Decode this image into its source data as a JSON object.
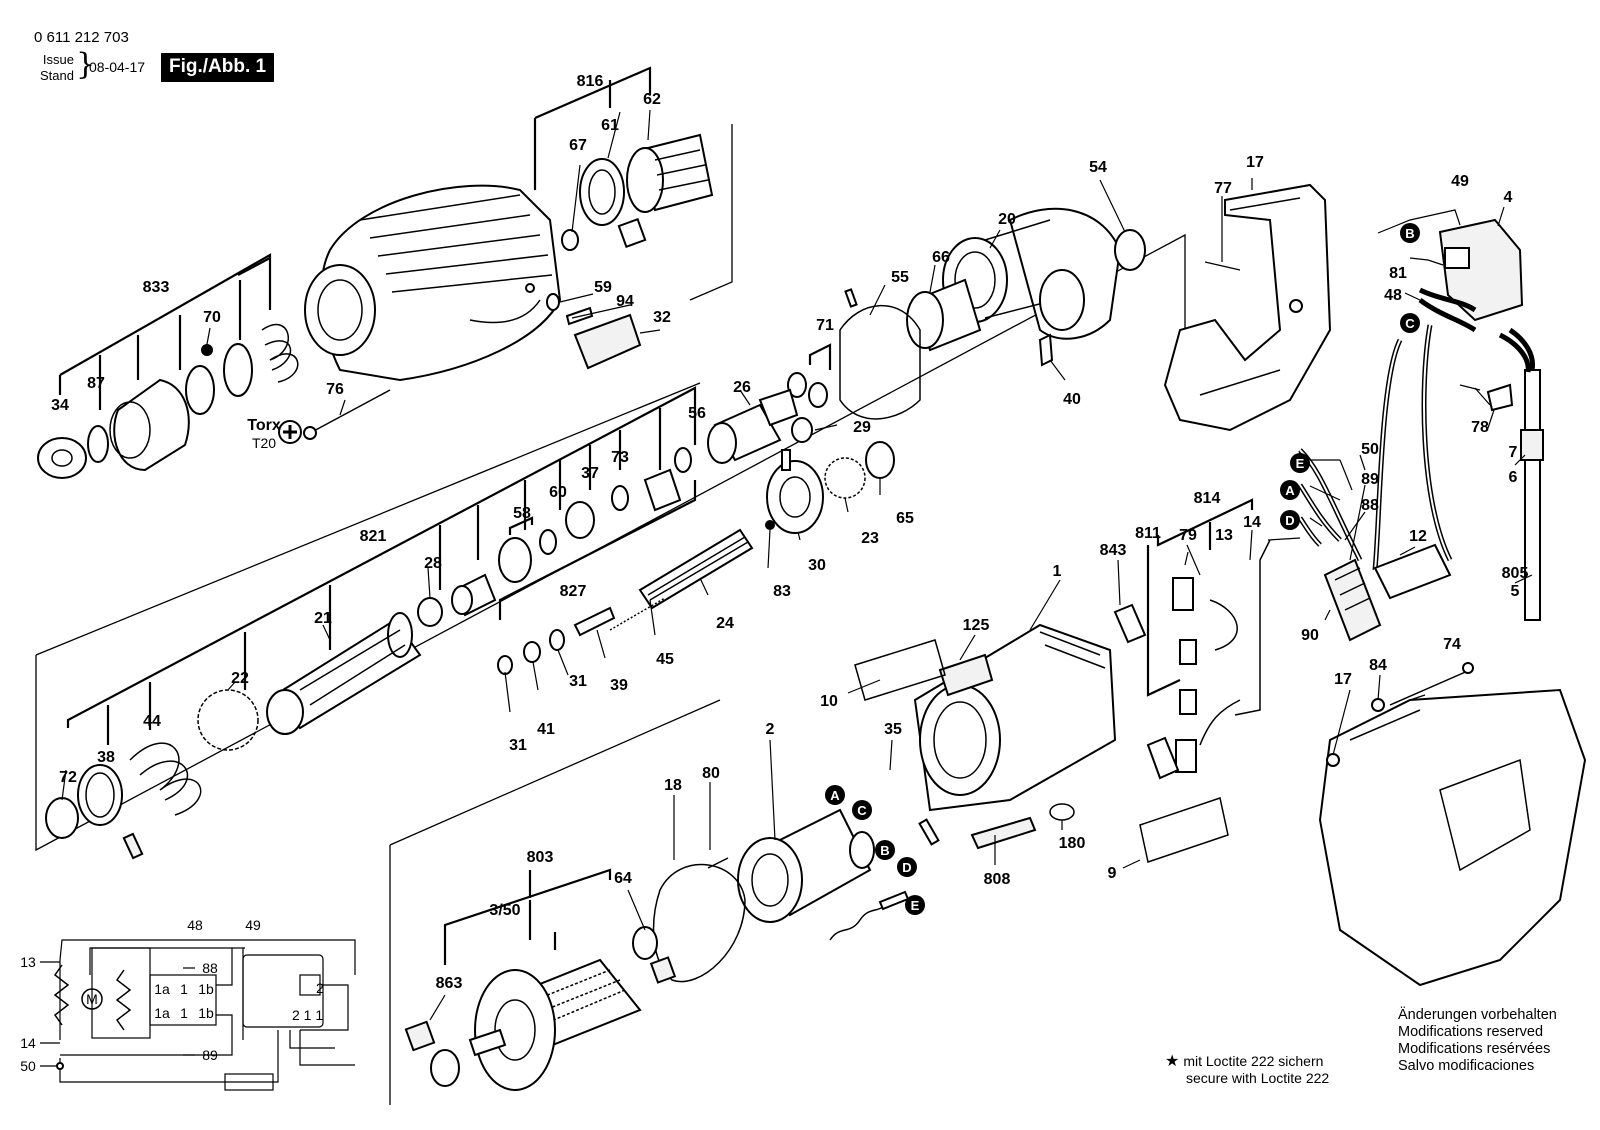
{
  "header": {
    "doc_number": "0 611 212 703",
    "issue_label_1": "Issue",
    "issue_label_2": "Stand",
    "brace": "}",
    "issue_date": "08-04-17",
    "figure_label": "Fig./Abb. 1"
  },
  "torx": {
    "line1": "Torx",
    "line2": "T20"
  },
  "parts": {
    "p0": "816",
    "p1": "62",
    "p2": "61",
    "p3": "67",
    "p4": "833",
    "p5": "70",
    "p6": "87",
    "p7": "34",
    "p8": "59",
    "p9": "94",
    "p10": "32",
    "p11": "76",
    "p12": "54",
    "p13": "20",
    "p14": "66",
    "p15": "55",
    "p16": "71",
    "p17": "40",
    "p18": "26",
    "p19": "56",
    "p20": "29",
    "p21": "73",
    "p22": "37",
    "p23": "60",
    "p24": "58",
    "p25": "65",
    "p26": "23",
    "p27": "30",
    "p28": "83",
    "p29": "827",
    "p30": "821",
    "p31": "28",
    "p32": "21",
    "p33": "24",
    "p34": "45",
    "p35": "39",
    "p36": "31",
    "p37": "41",
    "p38": "31",
    "p39": "22",
    "p40": "44",
    "p41": "38",
    "p42": "72",
    "p43": "17",
    "p44": "77",
    "p45": "49",
    "p46": "4",
    "p47": "81",
    "p48": "48",
    "p49": "78",
    "p50": "7",
    "p51": "6",
    "p52": "50",
    "p53": "89",
    "p54": "88",
    "p55": "814",
    "p56": "811",
    "p57": "79",
    "p58": "13",
    "p59": "14",
    "p60": "843",
    "p61": "12",
    "p62": "90",
    "p63": "805",
    "p64": "5",
    "p65": "1",
    "p66": "125",
    "p67": "10",
    "p68": "74",
    "p69": "84",
    "p70": "17",
    "p71": "2",
    "p72": "35",
    "p73": "180",
    "p74": "808",
    "p75": "9",
    "p76": "80",
    "p77": "18",
    "p78": "803",
    "p79": "64",
    "p80": "3/50",
    "p81": "863"
  },
  "connectors": {
    "A": "A",
    "B": "B",
    "C": "C",
    "D": "D",
    "E": "E"
  },
  "schematic": {
    "s48": "48",
    "s49": "49",
    "s13": "13",
    "s14": "14",
    "s50": "50",
    "s88": "88",
    "s89": "89",
    "motor": "M",
    "sw1a": "1a",
    "sw1": "1",
    "sw1b": "1b",
    "sw2": "2",
    "sw21": "2 1 1",
    "switch_terminals": "2 1 1"
  },
  "notes": {
    "loctite_star": "★",
    "loctite_de": "mit Loctite 222 sichern",
    "loctite_en": "secure with Loctite 222",
    "changes": [
      "Änderungen vorbehalten",
      "Modifications reserved",
      "Modifications resérvées",
      "Salvo modificaciones"
    ]
  },
  "colors": {
    "ink": "#000000",
    "paper": "#ffffff"
  }
}
